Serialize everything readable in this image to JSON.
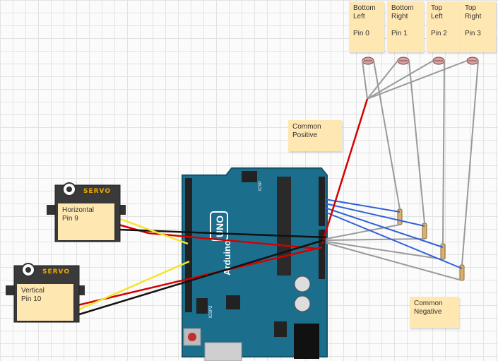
{
  "photoresistor_labels": [
    {
      "line1": "Bottom",
      "line2": "Left",
      "pin": "Pin 0"
    },
    {
      "line1": "Bottom",
      "line2": "Right",
      "pin": "Pin 1"
    },
    {
      "line1": "Top",
      "line2": "Left",
      "pin": "Pin 2"
    },
    {
      "line1": "Top",
      "line2": "Right",
      "pin": "Pin 3"
    }
  ],
  "common_positive": {
    "line1": "Common",
    "line2": "Positive"
  },
  "common_negative": {
    "line1": "Common",
    "line2": "Negative"
  },
  "servos": [
    {
      "title": "SERVO",
      "line1": "Horizontal",
      "line2": "Pin 9"
    },
    {
      "title": "SERVO",
      "line1": "Vertical",
      "line2": "Pin 10"
    }
  ],
  "board": {
    "model": "UNO",
    "brand": "Arduino",
    "icsp": "ICSP",
    "icsp2": "ICSP2"
  },
  "colors": {
    "board": "#1b6e8c",
    "wire_red": "#d40000",
    "wire_black": "#111111",
    "wire_yellow": "#f5e52a",
    "wire_blue": "#2f62d8",
    "wire_gray": "#9a9a9a",
    "note": "#ffe7b2"
  }
}
